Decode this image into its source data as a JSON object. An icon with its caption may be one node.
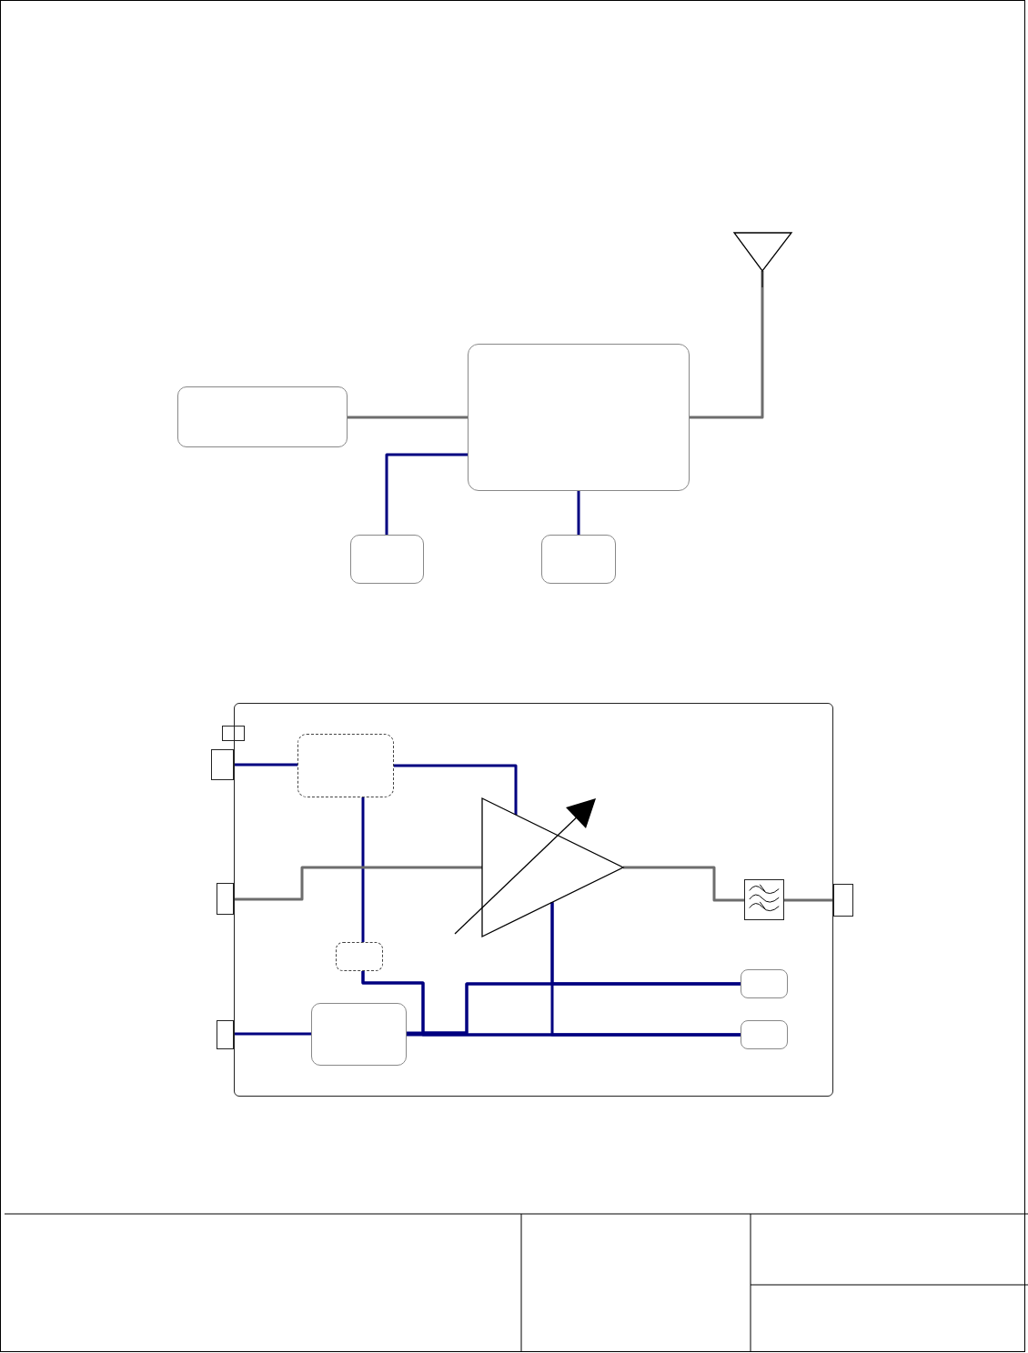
{
  "diagram": {
    "nodes": [
      {
        "text": [],
        "shape": "box"
      },
      {
        "text": [],
        "shape": "box"
      },
      {
        "text": [],
        "shape": "triangle"
      },
      {
        "text": [],
        "shape": "box"
      },
      {
        "text": [],
        "shape": "box"
      },
      {
        "text": [],
        "shape": "box"
      },
      {
        "text": [],
        "shape": "box"
      },
      {
        "text": [],
        "shape": "box"
      },
      {
        "text": [],
        "shape": "box",
        "in": 5
      },
      {
        "text": [],
        "shape": "box"
      },
      {
        "text": [],
        "shape": "triangle",
        "in": 5
      },
      {
        "text": [],
        "shape": "box",
        "in": 5
      },
      {
        "text": [],
        "shape": "box",
        "in": 5
      },
      {
        "text": [],
        "shape": "box"
      },
      {
        "text": [],
        "shape": "box",
        "in": 5
      },
      {
        "text": [],
        "shape": "box"
      },
      {
        "text": [],
        "shape": "box",
        "in": 5
      },
      {
        "text": [],
        "shape": "box",
        "in": 5
      }
    ],
    "edges": [
      {
        "from": 0,
        "to": 1,
        "arrow": "none",
        "color": "#6d6d6d"
      },
      {
        "from": 3,
        "to": 1,
        "arrow": "none"
      },
      {
        "from": 1,
        "to": 4,
        "arrow": "none"
      },
      {
        "from": 1,
        "to": 2,
        "arrow": "none",
        "color": "#6d6d6d"
      },
      {
        "from": 7,
        "to": 8,
        "arrow": "none"
      },
      {
        "from": 8,
        "to": 10,
        "arrow": "none"
      },
      {
        "from": 8,
        "to": 11,
        "arrow": "none"
      },
      {
        "from": 9,
        "to": 10,
        "arrow": "none",
        "color": "#6d6d6d"
      },
      {
        "from": 10,
        "to": 14,
        "arrow": "none",
        "color": "#6d6d6d"
      },
      {
        "from": 14,
        "to": 15,
        "arrow": "none",
        "color": "#6d6d6d"
      },
      {
        "from": 13,
        "to": 12,
        "arrow": "none"
      },
      {
        "from": 12,
        "to": 16,
        "arrow": "none"
      },
      {
        "from": 12,
        "to": 17,
        "arrow": "none"
      },
      {
        "from": 11,
        "to": 16,
        "arrow": "none"
      },
      {
        "from": 11,
        "to": 17,
        "arrow": "none"
      },
      {
        "from": 10,
        "to": 16,
        "arrow": "none"
      },
      {
        "from": 10,
        "to": 17,
        "arrow": "none"
      }
    ]
  }
}
